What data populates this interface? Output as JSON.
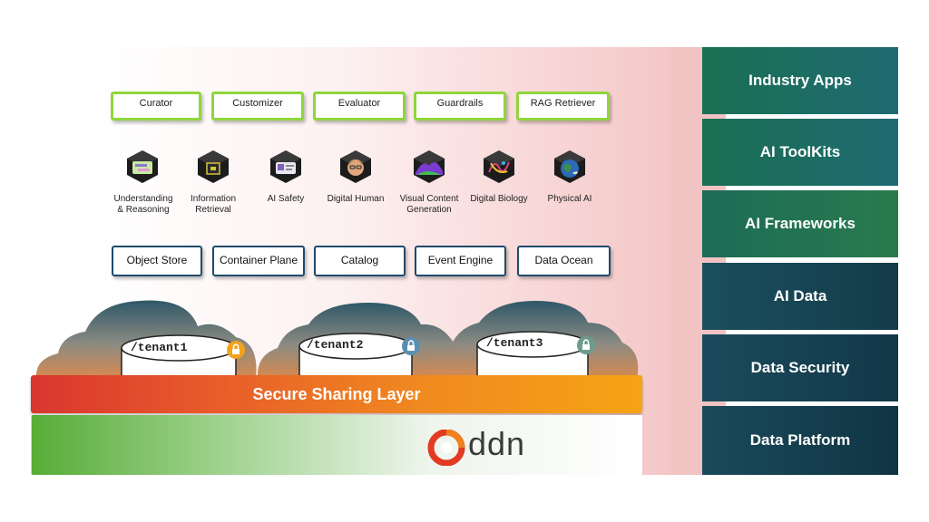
{
  "colors": {
    "toolkit_border": "#8fd63a",
    "data_box_border": "#1f4a6b",
    "secure_start": "#d9362e",
    "secure_end": "#f6a314",
    "platform_green": "#57ad36",
    "lock_orange": "#f2a21c",
    "lock_blue": "#5b8fb0",
    "lock_teal": "#6d9c8e"
  },
  "toolkit": [
    "Curator",
    "Customizer",
    "Evaluator",
    "Guardrails",
    "RAG Retriever"
  ],
  "use_cases": [
    {
      "line1": "Understanding",
      "line2": "& Reasoning",
      "icon": "chat-screen-cube-icon"
    },
    {
      "line1": "Information",
      "line2": "Retrieval",
      "icon": "chip-cube-icon"
    },
    {
      "line1": "AI Safety",
      "line2": "",
      "icon": "id-card-cube-icon"
    },
    {
      "line1": "Digital Human",
      "line2": "",
      "icon": "avatar-face-cube-icon"
    },
    {
      "line1": "Visual Content",
      "line2": "Generation",
      "icon": "landscape-cube-icon"
    },
    {
      "line1": "Digital Biology",
      "line2": "",
      "icon": "molecule-cube-icon"
    },
    {
      "line1": "Physical AI",
      "line2": "",
      "icon": "earth-cube-icon"
    }
  ],
  "data_services": [
    "Object Store",
    "Container Plane",
    "Catalog",
    "Event Engine",
    "Data Ocean"
  ],
  "tenants": [
    "/tenant1",
    "/tenant2",
    "/tenant3"
  ],
  "secure_layer": "Secure Sharing Layer",
  "brand": "ddn",
  "stack": [
    {
      "label": "Industry Apps",
      "color": "#1c6e5a"
    },
    {
      "label": "AI ToolKits",
      "color": "#1d6b5c"
    },
    {
      "label": "AI Frameworks",
      "color": "#1f6b58"
    },
    {
      "label": "AI Data",
      "color": "#1c4f5e"
    },
    {
      "label": "Data Security",
      "color": "#1b4b5c"
    },
    {
      "label": "Data Platform",
      "color": "#1b4a5b"
    }
  ]
}
